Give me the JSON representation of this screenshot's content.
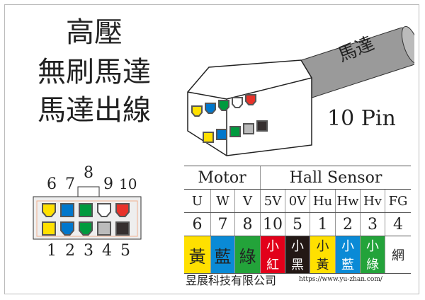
{
  "title_lines": [
    "高壓",
    "無刷馬達",
    "馬達出線"
  ],
  "pin_count": "10 Pin",
  "cable_label": "馬達",
  "connector": {
    "top_numbers": [
      "6",
      "7",
      "8",
      "9",
      "10"
    ],
    "bottom_numbers": [
      "1",
      "2",
      "3",
      "4",
      "5"
    ],
    "top_pins": [
      "#ffe000",
      "#0077cc",
      "#009a3e",
      "#ffffff",
      "#e8322a"
    ],
    "bottom_pins": [
      "#ffe000",
      "#0077cc",
      "#009a3e",
      "#bbbbbb",
      "#352f2f"
    ]
  },
  "table": {
    "groups": [
      "Motor",
      "Hall Sensor"
    ],
    "signals": [
      "U",
      "W",
      "V",
      "5V",
      "0V",
      "Hu",
      "Hw",
      "Hv",
      "FG"
    ],
    "pins": [
      "6",
      "7",
      "8",
      "10",
      "5",
      "1",
      "2",
      "3",
      "4"
    ],
    "wires": [
      {
        "label": "黃",
        "bg": "#ffe000",
        "fg": "#222"
      },
      {
        "label": "藍",
        "bg": "#0a8ad6",
        "fg": "#222"
      },
      {
        "label": "綠",
        "bg": "#23a33a",
        "fg": "#222"
      },
      {
        "label": "小紅",
        "bg": "#e2001a",
        "fg": "#fff"
      },
      {
        "label": "小黑",
        "bg": "#231815",
        "fg": "#fff"
      },
      {
        "label": "小黃",
        "bg": "#ffe000",
        "fg": "#222"
      },
      {
        "label": "小藍",
        "bg": "#0a8ad6",
        "fg": "#fff"
      },
      {
        "label": "小綠",
        "bg": "#23a33a",
        "fg": "#fff"
      },
      {
        "label": "網",
        "bg": "#ffffff",
        "fg": "#222"
      }
    ]
  },
  "company": "昱展科技有限公司",
  "url": "https://www.yu-zhan.com/"
}
